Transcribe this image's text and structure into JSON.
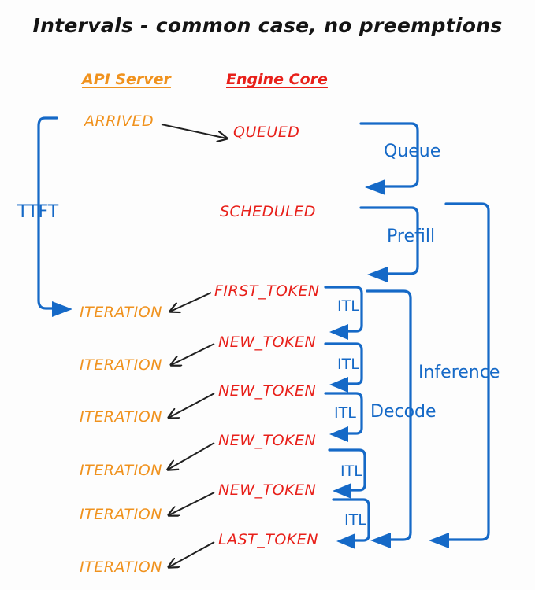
{
  "title": "Intervals - common case, no preemptions",
  "colors": {
    "background": "#fdfdfd",
    "api_server": "#f0921e",
    "engine_core": "#e8201a",
    "bracket_blue": "#1569c7",
    "arrow_black": "#202020",
    "title": "#141414"
  },
  "columns": {
    "api_server": "API Server",
    "engine_core": "Engine Core"
  },
  "states": {
    "arrived": "ARRIVED",
    "queued": "QUEUED",
    "scheduled": "SCHEDULED",
    "first_token": "FIRST_TOKEN",
    "last_token": "LAST_TOKEN",
    "new_token": "NEW_TOKEN",
    "iteration": "ITERATION"
  },
  "iterations": [
    {
      "api": "ITERATION",
      "engine": "FIRST_TOKEN"
    },
    {
      "api": "ITERATION",
      "engine": "NEW_TOKEN"
    },
    {
      "api": "ITERATION",
      "engine": "NEW_TOKEN"
    },
    {
      "api": "ITERATION",
      "engine": "NEW_TOKEN"
    },
    {
      "api": "ITERATION",
      "engine": "NEW_TOKEN"
    },
    {
      "api": "ITERATION",
      "engine": "LAST_TOKEN"
    }
  ],
  "intervals": {
    "ttft": "TTFT",
    "queue": "Queue",
    "prefill": "Prefill",
    "decode": "Decode",
    "inference": "Inference",
    "itl": "ITL",
    "itl_labels": [
      "ITL",
      "ITL",
      "ITL",
      "ITL",
      "ITL"
    ]
  }
}
